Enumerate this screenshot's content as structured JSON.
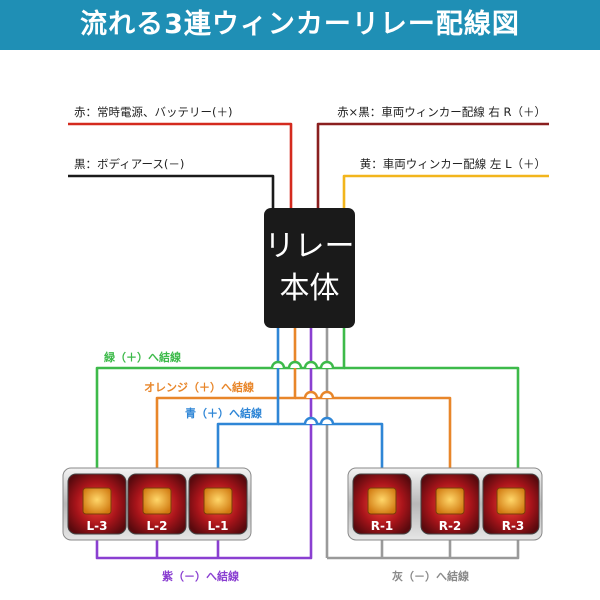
{
  "title": "流れる3連ウィンカーリレー配線図",
  "relay": {
    "line1": "リレー",
    "line2": "本体"
  },
  "inputs": {
    "red": "赤：常時電源、バッテリー(＋)",
    "black": "黒：ボディアース(－)",
    "red_black": "赤×黒：車両ウィンカー配線 右 R（＋）",
    "yellow": "黄：車両ウィンカー配線 左 L（＋）"
  },
  "outputs": {
    "green": "緑（＋）へ結線",
    "orange": "オレンジ（＋）へ結線",
    "blue": "青（＋）へ結線",
    "purple": "紫（－）へ結線",
    "gray": "灰（－）へ結線"
  },
  "lamps_left": [
    "L-3",
    "L-2",
    "L-1"
  ],
  "lamps_right": [
    "R-1",
    "R-2",
    "R-3"
  ],
  "colors": {
    "banner": "#1f8fb5",
    "red": "#d42a1e",
    "black": "#1a1a1a",
    "red_black": "#8a1f1f",
    "yellow": "#f2b51c",
    "green": "#3dba4a",
    "orange": "#e8862a",
    "blue": "#2f86d6",
    "purple": "#8a3fd1",
    "gray": "#9a9a9a",
    "relay": "#1a1a1a"
  }
}
